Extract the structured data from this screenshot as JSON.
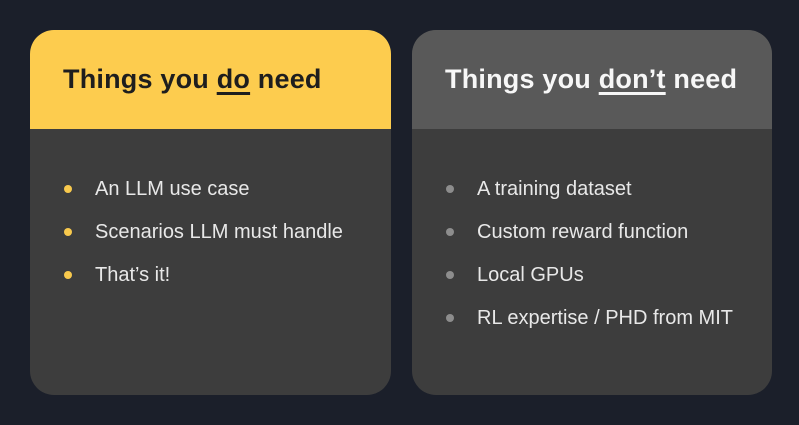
{
  "page": {
    "background_color": "#1b1f2a",
    "card_body_color": "#3d3d3d"
  },
  "cards": [
    {
      "id": "do-need",
      "header": {
        "prefix": "Things you ",
        "emphasis": "do",
        "suffix": " need",
        "background_color": "#fdcc4e",
        "text_color": "#1e1e1e"
      },
      "bullet_color": "#f8c94d",
      "items": [
        "An LLM use case",
        "Scenarios LLM must handle",
        "That’s it!"
      ]
    },
    {
      "id": "dont-need",
      "header": {
        "prefix": "Things you ",
        "emphasis": "don’t",
        "suffix": " need",
        "background_color": "#595959",
        "text_color": "#f7f7f7"
      },
      "bullet_color": "#8d8d8d",
      "items": [
        "A training dataset",
        "Custom reward function",
        "Local GPUs",
        "RL expertise / PHD from MIT"
      ]
    }
  ]
}
